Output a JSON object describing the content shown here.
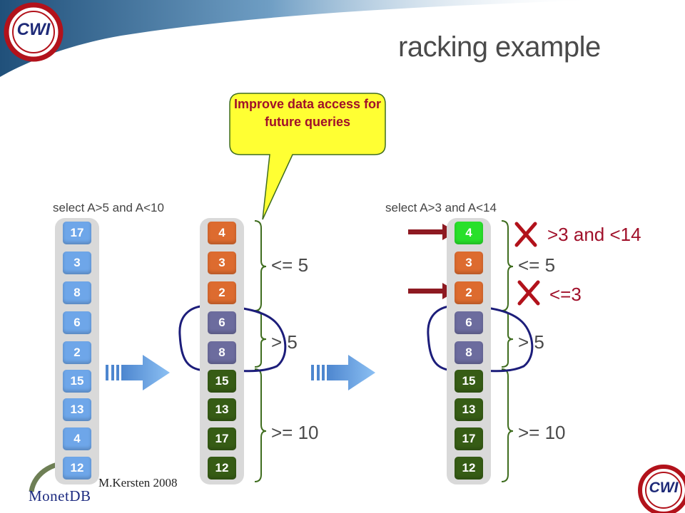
{
  "slide": {
    "title": "racking example",
    "callout": "Improve data access for future queries",
    "author": "M.Kersten 2008",
    "monet_logo": "MonetDB",
    "cwi_logo": "CWI",
    "colors": {
      "red_text": "#a0102a",
      "blue": "#6ea6e9",
      "orange": "#dd6b2f",
      "purple": "#6c6c9e",
      "green": "#365c15",
      "bright_green": "#28e02a"
    }
  },
  "queries": {
    "q1": "select A>5 and A<10",
    "q2": "select A>3 and A<14"
  },
  "columns": {
    "original": [
      "17",
      "3",
      "8",
      "6",
      "2",
      "15",
      "13",
      "4",
      "12"
    ],
    "cracked1": [
      "4",
      "3",
      "2",
      "6",
      "8",
      "15",
      "13",
      "17",
      "12"
    ],
    "cracked2": [
      "4",
      "3",
      "2",
      "6",
      "8",
      "15",
      "13",
      "17",
      "12"
    ]
  },
  "labels": {
    "le5": "<= 5",
    "gt5": "> 5",
    "ge10": ">= 10",
    "range": ">3 and <14",
    "le3": "<=3"
  }
}
